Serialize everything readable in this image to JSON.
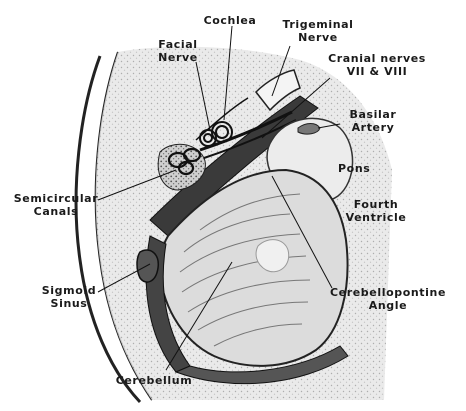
{
  "labels": {
    "cochlea": "Cochlea",
    "facial_nerve": [
      "Facial",
      "Nerve"
    ],
    "trigeminal_nerve": [
      "Trigeminal",
      "Nerve"
    ],
    "cranial_nerves": [
      "Cranial nerves",
      "VII & VIII"
    ],
    "basilar_artery": [
      "Basilar",
      "Artery"
    ],
    "pons": "Pons",
    "fourth_ventricle": [
      "Fourth",
      "Ventricle"
    ],
    "semicircular_canals": [
      "Semicircular",
      "Canals"
    ],
    "sigmoid_sinus": [
      "Sigmoid",
      "Sinus"
    ],
    "cerebellopontine_angle": [
      "Cerebellopontine",
      "Angle"
    ],
    "cerebellum": "Cerebellum"
  }
}
